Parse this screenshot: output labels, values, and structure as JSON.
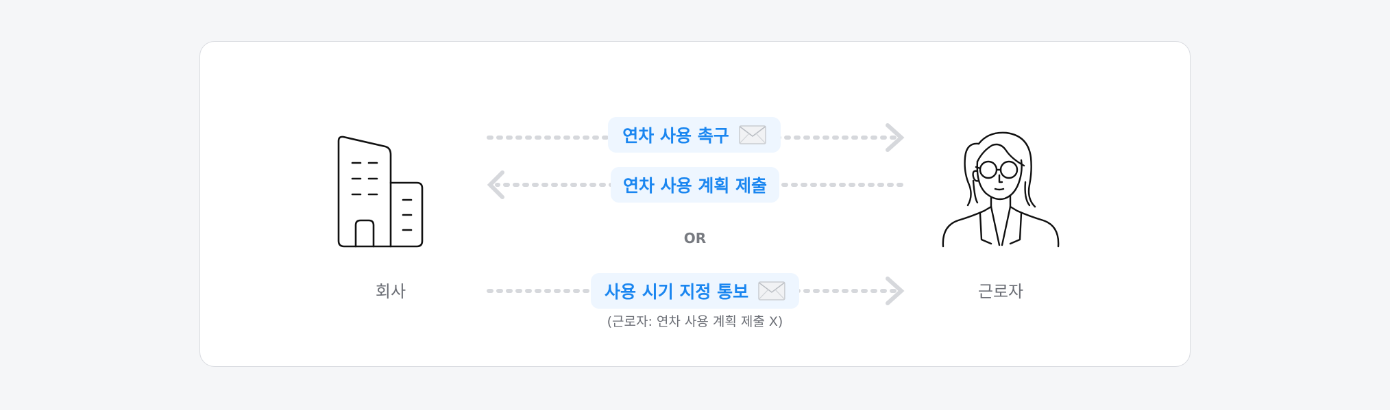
{
  "parties": {
    "company_label": "회사",
    "worker_label": "근로자"
  },
  "flows": {
    "request_label": "연차 사용 촉구",
    "plan_submit_label": "연차 사용 계획 제출",
    "or_label": "OR",
    "notice_label": "사용 시기 지정 통보",
    "notice_note": "(근로자: 연차 사용 계획 제출 X)"
  },
  "colors": {
    "accent": "#1a86f0",
    "pill_bg": "#eef6ff",
    "arrow": "#d6d8dc",
    "label": "#6b6e75"
  },
  "icons": {
    "company": "building-icon",
    "worker": "woman-with-glasses-icon",
    "mail": "envelope-icon"
  }
}
